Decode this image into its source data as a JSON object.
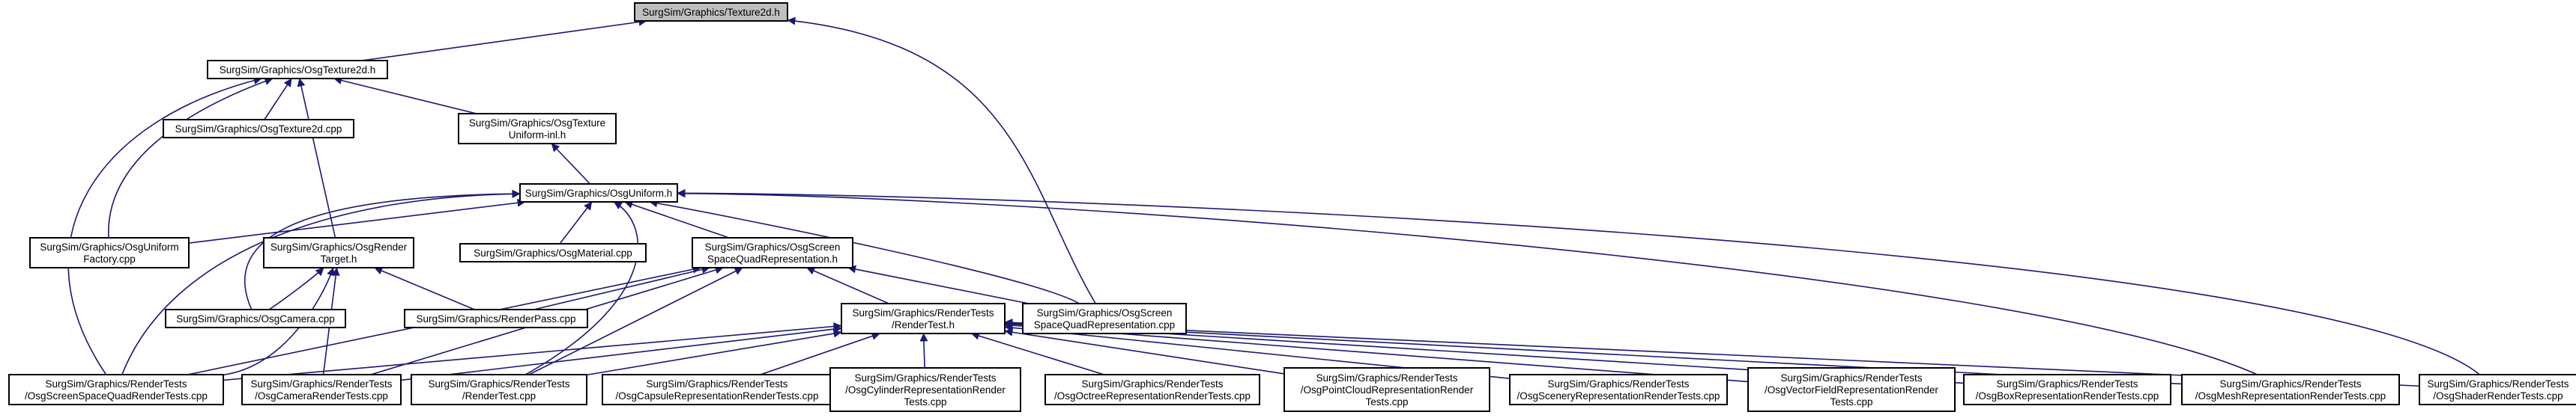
{
  "graph": {
    "colors": {
      "edge": "#191970",
      "node_border": "#000000",
      "node_fill": "#ffffff",
      "root_fill": "#bfbfbf",
      "background": "#ffffff"
    },
    "nodes": [
      {
        "id": "texture2d_h",
        "lines": [
          "SurgSim/Graphics/Texture2d.h"
        ],
        "root": true
      },
      {
        "id": "osgtexture2d_h",
        "lines": [
          "SurgSim/Graphics/OsgTexture2d.h"
        ]
      },
      {
        "id": "osgtexture2d_cpp",
        "lines": [
          "SurgSim/Graphics/OsgTexture2d.cpp"
        ]
      },
      {
        "id": "osgtextureuniform_inl",
        "lines": [
          "SurgSim/Graphics/OsgTexture",
          "Uniform-inl.h"
        ]
      },
      {
        "id": "osguniform_h",
        "lines": [
          "SurgSim/Graphics/OsgUniform.h"
        ]
      },
      {
        "id": "osguniformfactory_cpp",
        "lines": [
          "SurgSim/Graphics/OsgUniform",
          "Factory.cpp"
        ]
      },
      {
        "id": "osgrendertarget_h",
        "lines": [
          "SurgSim/Graphics/OsgRender",
          "Target.h"
        ]
      },
      {
        "id": "osgmaterial_cpp",
        "lines": [
          "SurgSim/Graphics/OsgMaterial.cpp"
        ]
      },
      {
        "id": "osgscreenquad_h",
        "lines": [
          "SurgSim/Graphics/OsgScreen",
          "SpaceQuadRepresentation.h"
        ]
      },
      {
        "id": "osgcamera_cpp",
        "lines": [
          "SurgSim/Graphics/OsgCamera.cpp"
        ]
      },
      {
        "id": "renderpass_cpp",
        "lines": [
          "SurgSim/Graphics/RenderPass.cpp"
        ]
      },
      {
        "id": "rendertest_h",
        "lines": [
          "SurgSim/Graphics/RenderTests",
          "/RenderTest.h"
        ]
      },
      {
        "id": "osgscreenquad_cpp",
        "lines": [
          "SurgSim/Graphics/OsgScreen",
          "SpaceQuadRepresentation.cpp"
        ]
      },
      {
        "id": "t_screenquad",
        "lines": [
          "SurgSim/Graphics/RenderTests",
          "/OsgScreenSpaceQuadRenderTests.cpp"
        ]
      },
      {
        "id": "t_camera",
        "lines": [
          "SurgSim/Graphics/RenderTests",
          "/OsgCameraRenderTests.cpp"
        ]
      },
      {
        "id": "t_rendertest",
        "lines": [
          "SurgSim/Graphics/RenderTests",
          "/RenderTest.cpp"
        ]
      },
      {
        "id": "t_capsule",
        "lines": [
          "SurgSim/Graphics/RenderTests",
          "/OsgCapsuleRepresentationRenderTests.cpp"
        ]
      },
      {
        "id": "t_cylinder",
        "lines": [
          "SurgSim/Graphics/RenderTests",
          "/OsgCylinderRepresentationRender",
          "Tests.cpp"
        ]
      },
      {
        "id": "t_octree",
        "lines": [
          "SurgSim/Graphics/RenderTests",
          "/OsgOctreeRepresentationRenderTests.cpp"
        ]
      },
      {
        "id": "t_pointcloud",
        "lines": [
          "SurgSim/Graphics/RenderTests",
          "/OsgPointCloudRepresentationRender",
          "Tests.cpp"
        ]
      },
      {
        "id": "t_scenery",
        "lines": [
          "SurgSim/Graphics/RenderTests",
          "/OsgSceneryRepresentationRenderTests.cpp"
        ]
      },
      {
        "id": "t_vectorfield",
        "lines": [
          "SurgSim/Graphics/RenderTests",
          "/OsgVectorFieldRepresentationRender",
          "Tests.cpp"
        ]
      },
      {
        "id": "t_box",
        "lines": [
          "SurgSim/Graphics/RenderTests",
          "/OsgBoxRepresentationRenderTests.cpp"
        ]
      },
      {
        "id": "t_mesh",
        "lines": [
          "SurgSim/Graphics/RenderTests",
          "/OsgMeshRepresentationRenderTests.cpp"
        ]
      },
      {
        "id": "t_shader",
        "lines": [
          "SurgSim/Graphics/RenderTests",
          "/OsgShaderRenderTests.cpp"
        ]
      }
    ],
    "edges": [
      [
        "osgtexture2d_h",
        "texture2d_h"
      ],
      [
        "osgscreenquad_cpp",
        "texture2d_h"
      ],
      [
        "osgtexture2d_cpp",
        "osgtexture2d_h"
      ],
      [
        "osgtextureuniform_inl",
        "osgtexture2d_h"
      ],
      [
        "osguniformfactory_cpp",
        "osgtexture2d_h"
      ],
      [
        "osgrendertarget_h",
        "osgtexture2d_h"
      ],
      [
        "t_screenquad",
        "osgtexture2d_h"
      ],
      [
        "osguniform_h",
        "osgtextureuniform_inl"
      ],
      [
        "osguniformfactory_cpp",
        "osguniform_h"
      ],
      [
        "osgmaterial_cpp",
        "osguniform_h"
      ],
      [
        "osgscreenquad_h",
        "osguniform_h"
      ],
      [
        "osgcamera_cpp",
        "osguniform_h"
      ],
      [
        "osgscreenquad_cpp",
        "osguniform_h"
      ],
      [
        "t_screenquad",
        "osguniform_h"
      ],
      [
        "t_rendertest",
        "osguniform_h"
      ],
      [
        "t_mesh",
        "osguniform_h"
      ],
      [
        "t_shader",
        "osguniform_h"
      ],
      [
        "osgcamera_cpp",
        "osgrendertarget_h"
      ],
      [
        "renderpass_cpp",
        "osgrendertarget_h"
      ],
      [
        "t_screenquad",
        "osgrendertarget_h"
      ],
      [
        "t_camera",
        "osgrendertarget_h"
      ],
      [
        "renderpass_cpp",
        "osgscreenquad_h"
      ],
      [
        "rendertest_h",
        "osgscreenquad_h"
      ],
      [
        "osgscreenquad_cpp",
        "osgscreenquad_h"
      ],
      [
        "t_screenquad",
        "osgscreenquad_h"
      ],
      [
        "t_camera",
        "osgscreenquad_h"
      ],
      [
        "t_rendertest",
        "osgscreenquad_h"
      ],
      [
        "t_screenquad",
        "rendertest_h"
      ],
      [
        "t_camera",
        "rendertest_h"
      ],
      [
        "t_rendertest",
        "rendertest_h"
      ],
      [
        "t_capsule",
        "rendertest_h"
      ],
      [
        "t_cylinder",
        "rendertest_h"
      ],
      [
        "t_octree",
        "rendertest_h"
      ],
      [
        "t_pointcloud",
        "rendertest_h"
      ],
      [
        "t_scenery",
        "rendertest_h"
      ],
      [
        "t_vectorfield",
        "rendertest_h"
      ],
      [
        "t_box",
        "rendertest_h"
      ],
      [
        "t_mesh",
        "rendertest_h"
      ],
      [
        "t_shader",
        "rendertest_h"
      ]
    ]
  }
}
